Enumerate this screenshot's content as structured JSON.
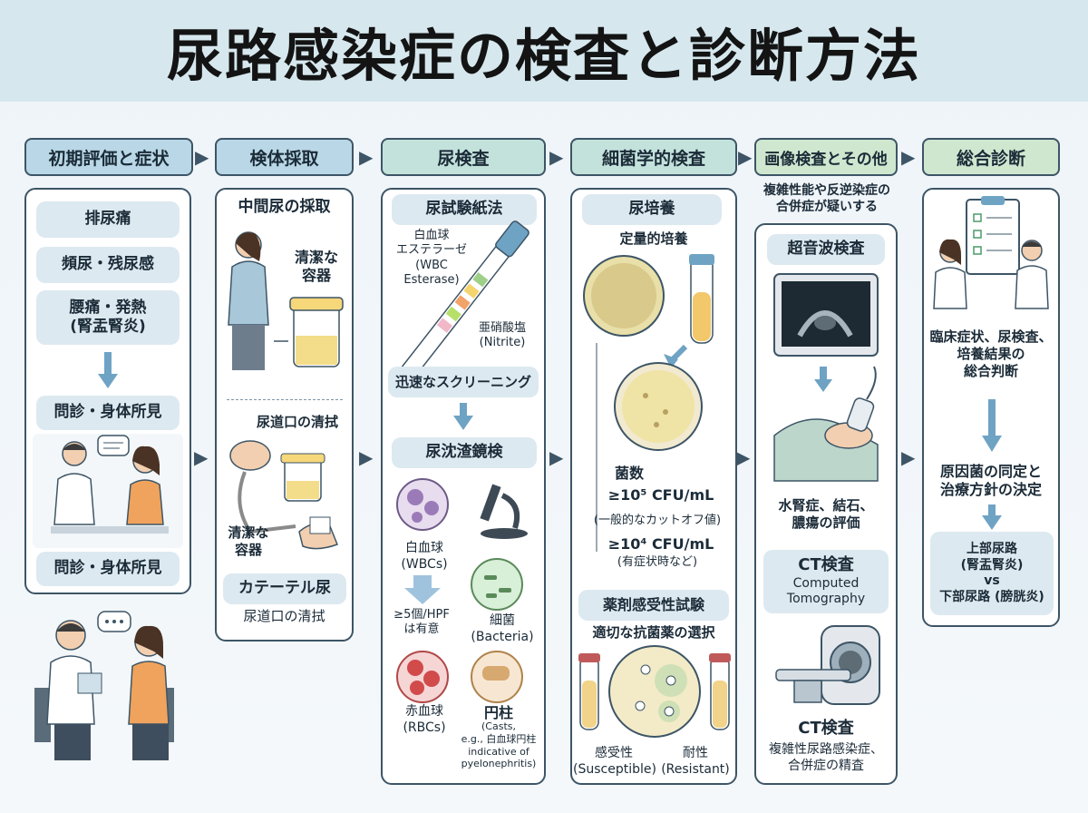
{
  "title": "尿路感染症の検査と診断方法",
  "stages": [
    {
      "label": "初期評価と症状"
    },
    {
      "label": "検体採取"
    },
    {
      "label": "尿検査"
    },
    {
      "label": "細菌学的検査"
    },
    {
      "label": "画像検査とその他"
    },
    {
      "label": "総合診断"
    }
  ],
  "initial": {
    "symptoms": [
      "排尿痛",
      "頻尿・残尿感",
      "腰痛・発熱\n(腎盂腎炎)"
    ],
    "exam_top": "問診・身体所見",
    "exam_bottom": "問診・身体所見"
  },
  "collection": {
    "midstream": "中間尿の採取",
    "clean_container": "清潔な\n容器",
    "wipe": "尿道口の清拭",
    "clean_container2": "清潔な\n容器",
    "catheter": "カテーテル尿",
    "catheter_sub": "尿道口の清拭"
  },
  "urinalysis": {
    "dipstick": "尿試験紙法",
    "wbc_esterase": "白血球\nエステラーゼ\n(WBC\nEsterase)",
    "nitrite": "亜硝酸塩\n(Nitrite)",
    "screening": "迅速なスクリーニング",
    "sediment": "尿沈渣鏡検",
    "wbc": "白血球\n(WBCs)",
    "wbc_threshold": "≥5個/HPF\nは有意",
    "bacteria": "細菌\n(Bacteria)",
    "rbc": "赤血球\n(RBCs)",
    "casts": "円柱",
    "casts_sub": "(Casts,\ne.g., 白血球円柱\nindicative of\npyelonephritis)"
  },
  "microbiology": {
    "culture": "尿培養",
    "quantitative": "定量的培養",
    "count": "菌数",
    "threshold1": "≥10⁵ CFU/mL",
    "threshold1_note": "(一般的なカットオフ値)",
    "threshold2": "≥10⁴ CFU/mL",
    "threshold2_note": "(有症状時など)",
    "susceptibility": "薬剤感受性試験",
    "antibiotic": "適切な抗菌薬の選択",
    "susceptible": "感受性\n(Susceptible)",
    "resistant": "耐性\n(Resistant)"
  },
  "imaging": {
    "note": "複雑性能や反逆染症の\n合併症が疑いする",
    "ultrasound": "超音波検査",
    "ultrasound_eval": "水腎症、結石、\n膿瘍の評価",
    "ct_title": "CT検査",
    "ct_en": "Computed\nTomography",
    "ct_label": "CT検査",
    "ct_eval": "複雑性尿路感染症、\n合併症の精査"
  },
  "diagnosis": {
    "integrated": "臨床症状、尿検査、\n培養結果の\n総合判断",
    "identify": "原因菌の同定と\n治療方針の決定",
    "upper_lower": "上部尿路\n(腎盂腎炎)\nvs\n下部尿路 (膀胱炎)"
  },
  "colors": {
    "stage_blue": "#b9d7e6",
    "stage_teal": "#c4e2dc",
    "stage_green": "#cfe7cf",
    "arrow": "#6fa3c4",
    "outline": "#3d5566"
  }
}
